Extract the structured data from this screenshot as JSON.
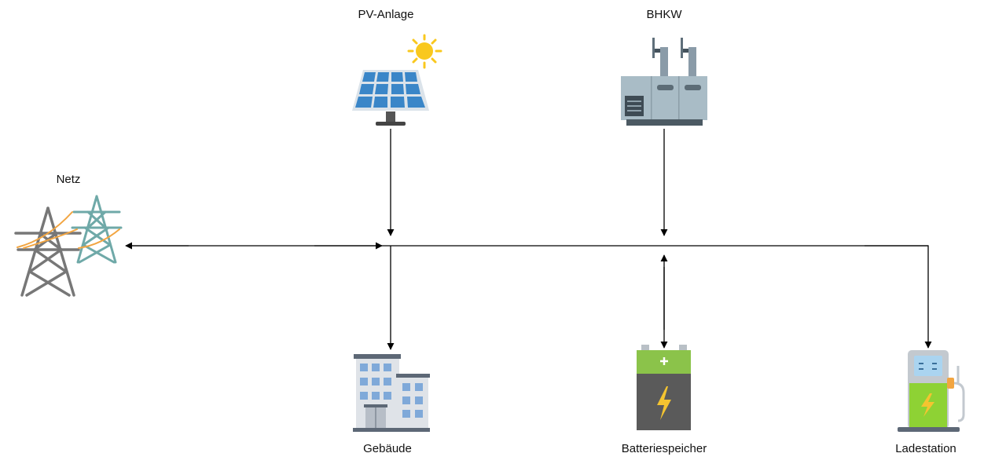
{
  "nodes": {
    "pv": {
      "label": "PV-Anlage",
      "icon": "solar-panel-icon"
    },
    "bhkw": {
      "label": "BHKW",
      "icon": "chp-plant-icon"
    },
    "netz": {
      "label": "Netz",
      "icon": "power-pylon-icon"
    },
    "gebaeude": {
      "label": "Gebäude",
      "icon": "building-icon"
    },
    "batterie": {
      "label": "Batteriespeicher",
      "icon": "battery-icon"
    },
    "ladestation": {
      "label": "Ladestation",
      "icon": "charging-station-icon"
    }
  },
  "colors": {
    "line": "#000000",
    "panel": "#3a86c8",
    "sun": "#f9c81e",
    "battery_top": "#8bc34a",
    "battery_body": "#5a5a5a",
    "bolt": "#f4c430",
    "charger_green": "#8ed234",
    "pylon_gray": "#777777",
    "pylon_teal": "#6fa9a8",
    "cable": "#f2a541"
  }
}
